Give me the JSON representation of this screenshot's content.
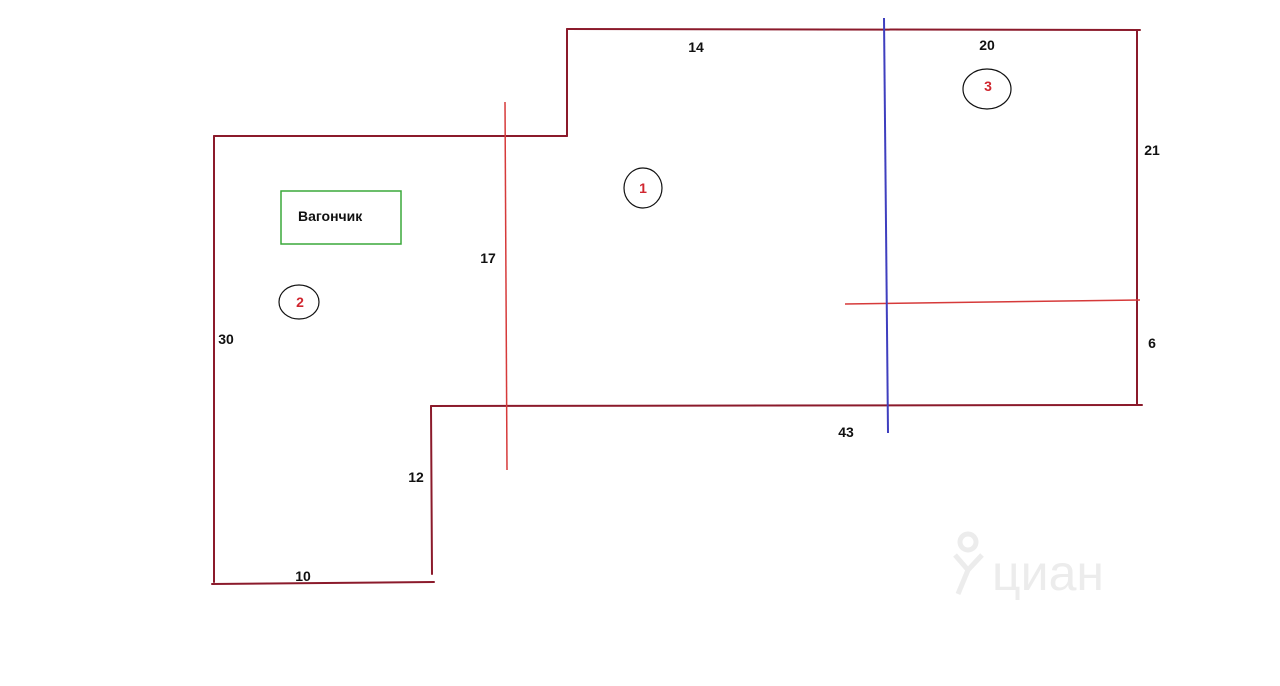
{
  "colors": {
    "boundary": "#8b1a2b",
    "red_line": "#d63a3a",
    "blue_line": "#3f3fbf",
    "wagon_box": "#3aa83a",
    "zone_text": "#d0262f",
    "text": "#111111",
    "watermark": "#ececec"
  },
  "dimensions": {
    "top_left": "14",
    "top_right": "20",
    "right_upper": "21",
    "right_lower": "6",
    "bottom_middle": "43",
    "step_vertical": "12",
    "bottom_left": "10",
    "left": "30",
    "divider": "17"
  },
  "zones": {
    "zone1": "1",
    "zone2": "2",
    "zone3": "3"
  },
  "wagon_label": "Вагончик",
  "watermark": {
    "icon": "person-icon",
    "text": "циан"
  }
}
